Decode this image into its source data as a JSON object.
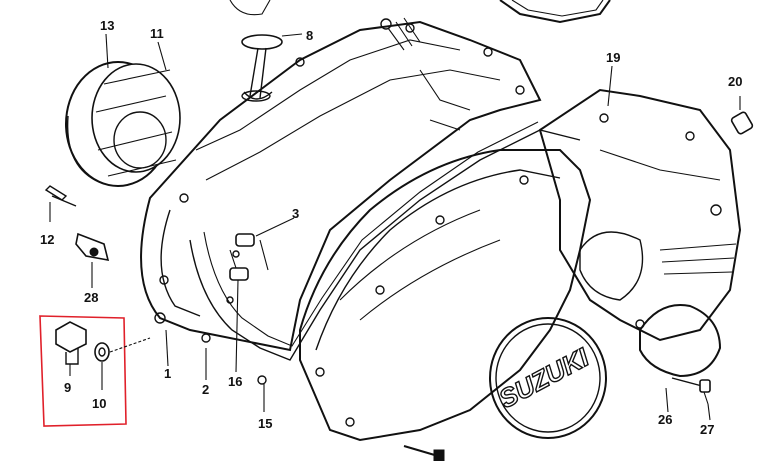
{
  "diagram": {
    "labels": {
      "p1": "1",
      "p2": "2",
      "p3": "3",
      "p8": "8",
      "p9": "9",
      "p10": "10",
      "p11": "11",
      "p12": "12",
      "p13": "13",
      "p15": "15",
      "p16": "16",
      "p19": "19",
      "p20": "20",
      "p26": "26",
      "p27": "27",
      "p28": "28"
    },
    "emblem_text": "SUZUKI",
    "highlight_color": "#e0202a"
  }
}
